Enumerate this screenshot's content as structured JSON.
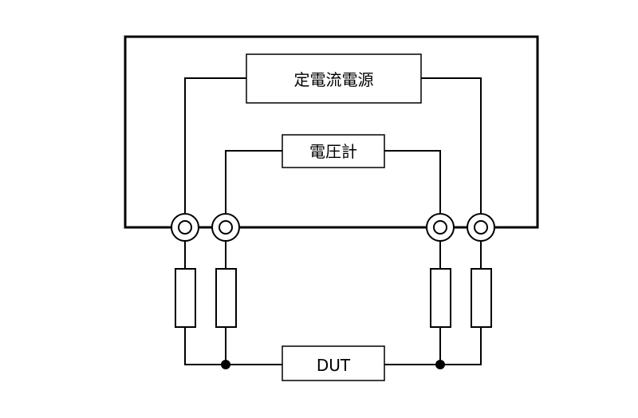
{
  "diagram": {
    "type": "four-terminal measurement circuit",
    "instrument_frame": "measurement instrument enclosure",
    "current_source": {
      "label": "定電流電源"
    },
    "voltmeter": {
      "label": "電圧計"
    },
    "dut": {
      "label": "DUT"
    },
    "terminals": [
      {
        "id": "current-terminal-left"
      },
      {
        "id": "voltage-terminal-left"
      },
      {
        "id": "voltage-terminal-right"
      },
      {
        "id": "current-terminal-right"
      }
    ],
    "lead_resistors": [
      {
        "id": "lead-resistance-1"
      },
      {
        "id": "lead-resistance-2"
      },
      {
        "id": "lead-resistance-3"
      },
      {
        "id": "lead-resistance-4"
      }
    ],
    "junctions": [
      {
        "id": "junction-left"
      },
      {
        "id": "junction-right"
      }
    ],
    "colors": {
      "line": "#000000",
      "background": "#ffffff"
    }
  }
}
